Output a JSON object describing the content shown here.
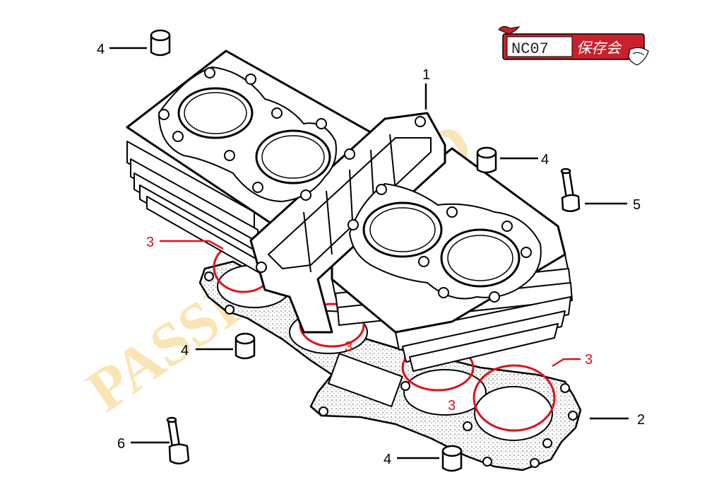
{
  "logo": {
    "model_code": "NC07",
    "club_name": "保存会"
  },
  "watermark": {
    "text": "PASSING ROAD",
    "color": "#f5d07a",
    "accent_color": "#e05050"
  },
  "callouts": [
    {
      "id": "c1",
      "label": "1",
      "color": "#000000"
    },
    {
      "id": "c2",
      "label": "2",
      "color": "#000000"
    },
    {
      "id": "c3a",
      "label": "3",
      "color": "#e0101a"
    },
    {
      "id": "c3b",
      "label": "3",
      "color": "#e0101a"
    },
    {
      "id": "c3c",
      "label": "3",
      "color": "#e0101a"
    },
    {
      "id": "c3d",
      "label": "3",
      "color": "#e0101a"
    },
    {
      "id": "c4a",
      "label": "4",
      "color": "#000000"
    },
    {
      "id": "c4b",
      "label": "4",
      "color": "#000000"
    },
    {
      "id": "c4c",
      "label": "4",
      "color": "#000000"
    },
    {
      "id": "c4d",
      "label": "4",
      "color": "#000000"
    },
    {
      "id": "c5",
      "label": "5",
      "color": "#000000"
    },
    {
      "id": "c6",
      "label": "6",
      "color": "#000000"
    }
  ],
  "colors": {
    "line": "#000000",
    "oring": "#e0101a",
    "logo_red": "#c8202c"
  }
}
